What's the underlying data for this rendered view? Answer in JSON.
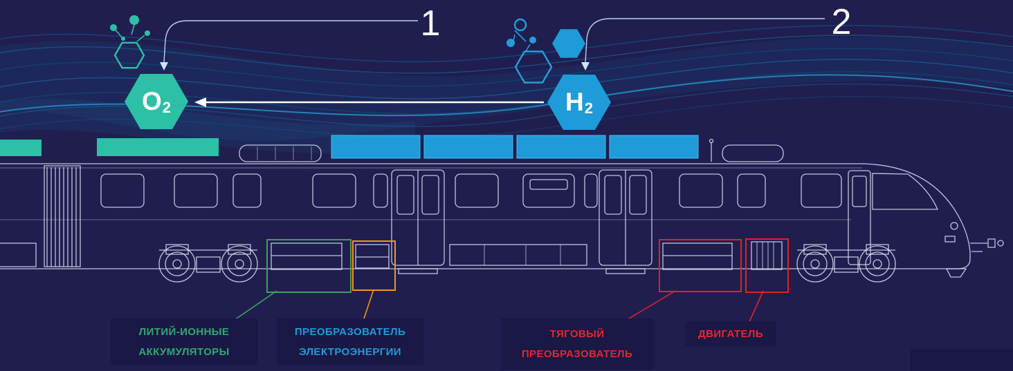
{
  "colors": {
    "background": "#201e4f",
    "label_panel": "#1a1844",
    "teal": "#2cc0a6",
    "blue": "#1e9bd8",
    "green_box": "#3da15c",
    "orange_box": "#f7941d",
    "red_box": "#e32126",
    "green_text": "#2fa873",
    "blue_text": "#1e9bd8",
    "red_text": "#e8262d",
    "line_art": "#dfe3f5",
    "arrow": "#ffffff"
  },
  "markers": {
    "one": "1",
    "two": "2"
  },
  "molecules": {
    "o2": {
      "symbol": "O",
      "subscript": "2"
    },
    "h2": {
      "symbol": "H",
      "subscript": "2"
    }
  },
  "component_labels": {
    "batteries": {
      "line1": "ЛИТИЙ-ИОННЫЕ",
      "line2": "АККУМУЛЯТОРЫ"
    },
    "converter": {
      "line1": "ПРЕОБРАЗОВАТЕЛЬ",
      "line2": "ЭЛЕКТРОЭНЕРГИИ"
    },
    "traction": {
      "line1": "ТЯГОВЫЙ",
      "line2": "ПРЕОБРАЗОВАТЕЛЬ"
    },
    "motor": {
      "line1": "ДВИГАТЕЛЬ"
    }
  }
}
